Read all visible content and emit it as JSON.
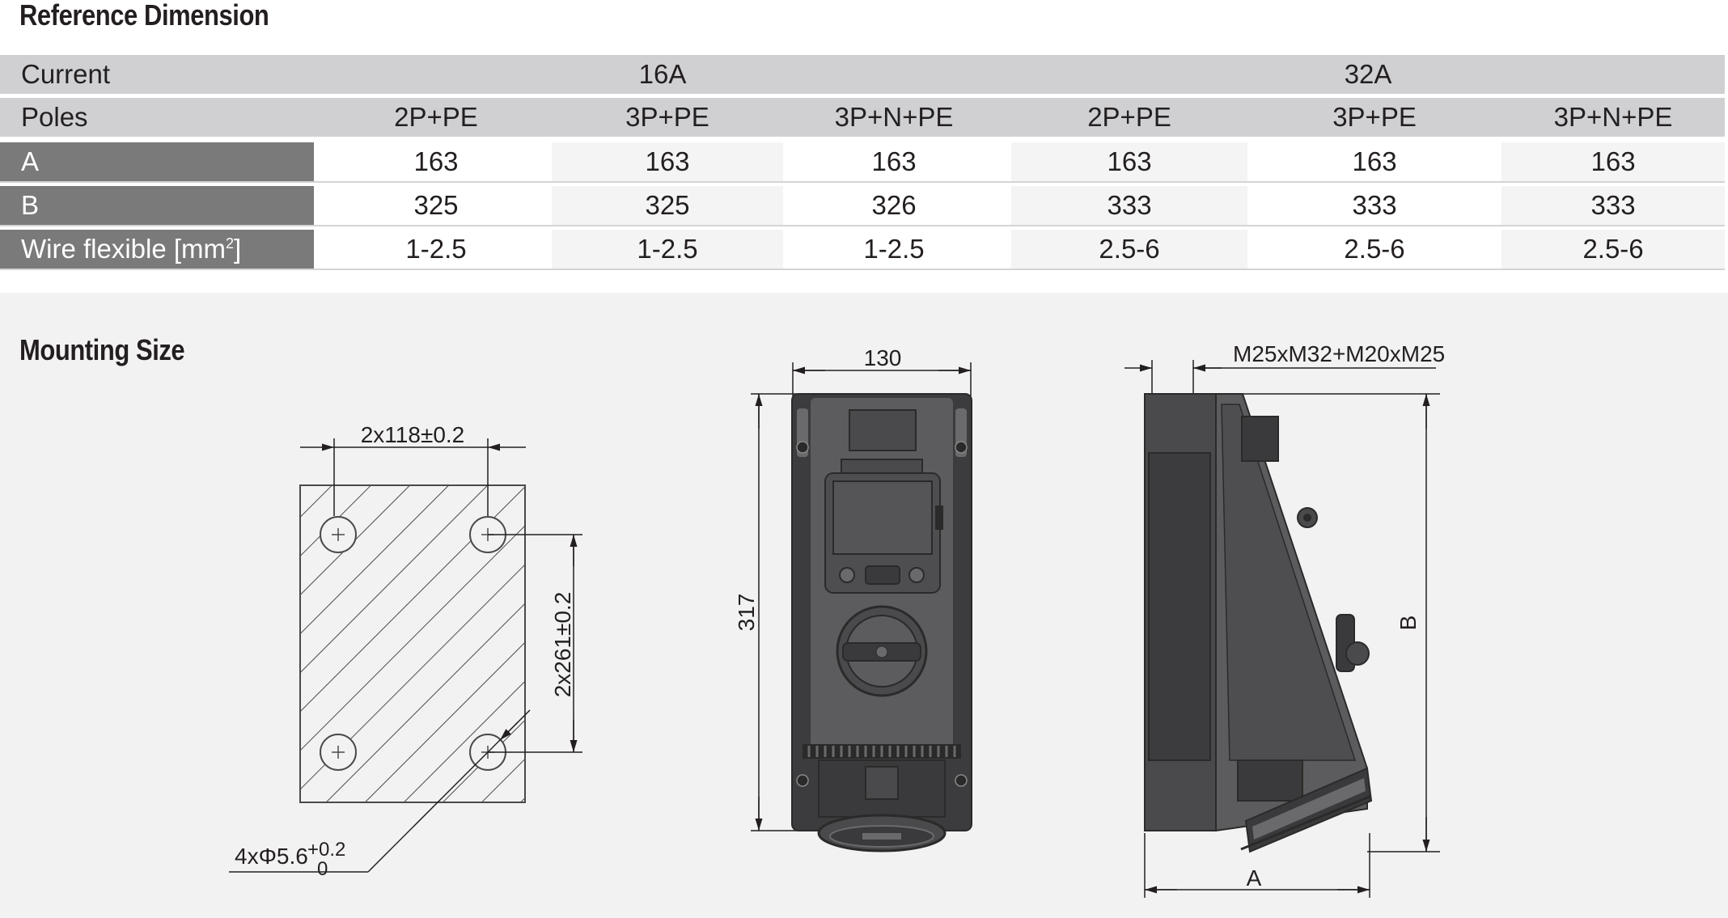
{
  "reference": {
    "title": "Reference Dimension",
    "current_label": "Current",
    "current_16": "16A",
    "current_32": "32A",
    "poles_label": "Poles",
    "poles": [
      "2P+PE",
      "3P+PE",
      "3P+N+PE",
      "2P+PE",
      "3P+PE",
      "3P+N+PE"
    ],
    "rows": [
      {
        "label": "A",
        "values": [
          "163",
          "163",
          "163",
          "163",
          "163",
          "163"
        ]
      },
      {
        "label": "B",
        "values": [
          "325",
          "325",
          "326",
          "333",
          "333",
          "333"
        ]
      },
      {
        "label": "Wire flexible [mm",
        "sup": "2",
        "close": "]",
        "values": [
          "1-2.5",
          "1-2.5",
          "1-2.5",
          "2.5-6",
          "2.5-6",
          "2.5-6"
        ]
      }
    ]
  },
  "mounting": {
    "title": "Mounting Size",
    "dim_width": "2x118±0.2",
    "dim_height": "2x261±0.2",
    "hole_spec": "4xΦ5.6",
    "hole_tol_upper": "+0.2",
    "hole_tol_lower": "0",
    "front_width": "130",
    "front_height": "317",
    "cable_entry": "M25xM32+M20xM25",
    "side_height": "B",
    "side_width": "A"
  },
  "colors": {
    "header_bg": "#d0d0d2",
    "label_bg": "#7a7a7b",
    "mount_bg": "#f2f2f2",
    "device_body": "#4a4a4c"
  }
}
